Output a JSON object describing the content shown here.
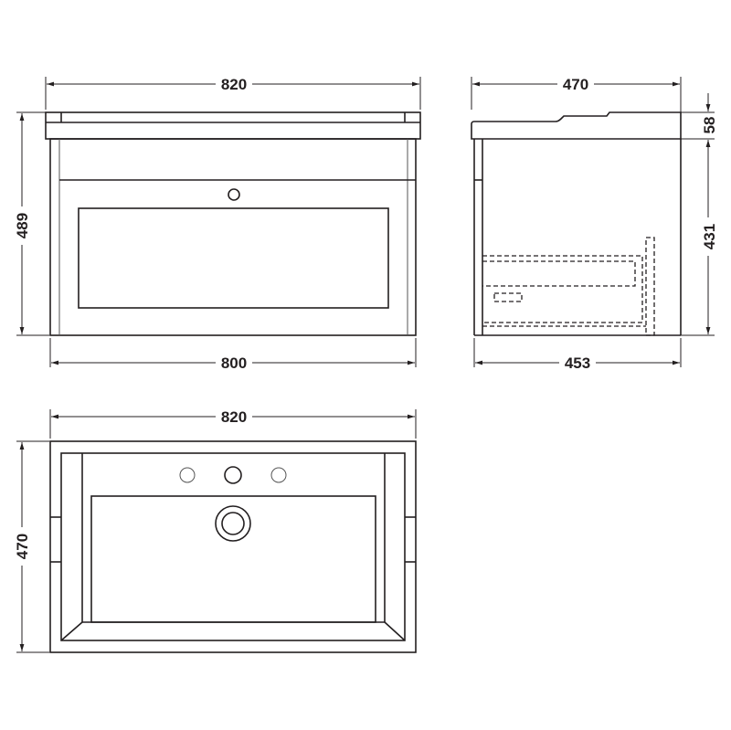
{
  "front_view": {
    "width_top": "820",
    "height": "489",
    "width_bottom": "800"
  },
  "side_view": {
    "depth_top": "470",
    "top_thickness": "58",
    "cabinet_height": "431",
    "depth_bottom": "453"
  },
  "plan_view": {
    "width": "820",
    "depth": "470"
  },
  "colors": {
    "line": "#231f20",
    "background": "#ffffff"
  }
}
